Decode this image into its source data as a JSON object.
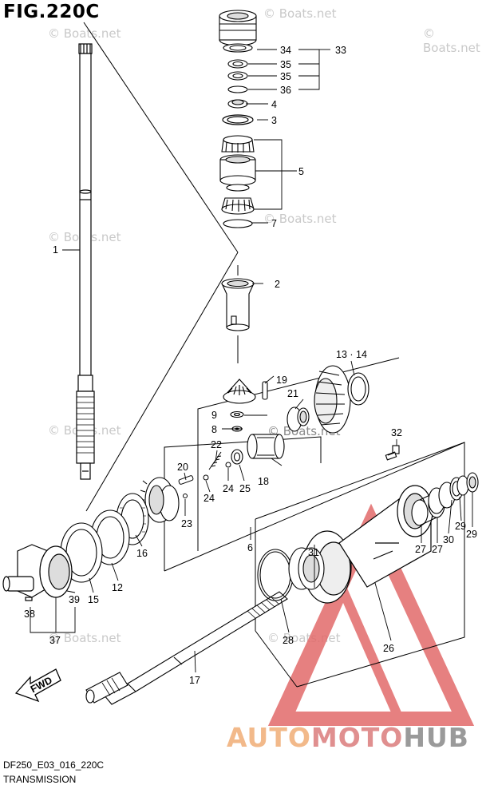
{
  "figure": {
    "title": "FIG.220C",
    "code": "DF250_E03_016_220C",
    "caption": "TRANSMISSION",
    "fwd_label": "FWD"
  },
  "watermark": {
    "text": "© Boats.net"
  },
  "logo": {
    "part1": "AUTO",
    "part2": "MOTO",
    "part3": "HUB",
    "colors": {
      "auto": "#f2b98a",
      "moto": "#e08f8f",
      "hub": "#9a9a9a",
      "triangle": "#e26b6b"
    }
  },
  "callouts": {
    "c1": "1",
    "c2": "2",
    "c3": "3",
    "c4": "4",
    "c5": "5",
    "c6": "6",
    "c7": "7",
    "c8": "8",
    "c9": "9",
    "c12": "12",
    "c1314": "13 · 14",
    "c15": "15",
    "c16": "16",
    "c17": "17",
    "c18": "18",
    "c19": "19",
    "c20": "20",
    "c21": "21",
    "c22": "22",
    "c23": "23",
    "c24a": "24",
    "c24b": "24",
    "c25": "25",
    "c26": "26",
    "c27a": "27",
    "c27b": "27",
    "c28": "28",
    "c29a": "29",
    "c29b": "29",
    "c30": "30",
    "c31": "31",
    "c32": "32",
    "c33": "33",
    "c34": "34",
    "c35a": "35",
    "c35b": "35",
    "c36": "36",
    "c37": "37",
    "c38": "38",
    "c39": "39"
  }
}
